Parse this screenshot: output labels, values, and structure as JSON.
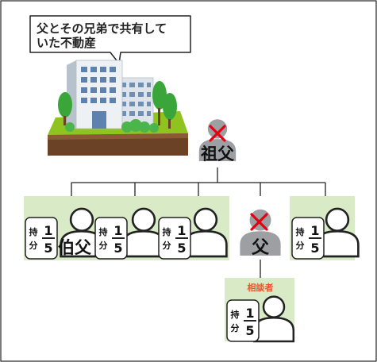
{
  "speech_bubble": {
    "line1": "父とその兄弟で共有して",
    "line2": "いた不動産"
  },
  "grandfather": {
    "label": "祖父",
    "status": "deceased"
  },
  "father": {
    "label": "父",
    "status": "deceased"
  },
  "uncle": {
    "label": "伯父"
  },
  "consultant": {
    "tag": "相談者"
  },
  "share": {
    "word_top": "持",
    "word_bottom": "分",
    "numerator": "1",
    "denominator": "5"
  },
  "colors": {
    "border": "#222222",
    "highlight_bg": "#d9eac6",
    "person_gray": "#9d9fa2",
    "cross_red": "#e60012",
    "consultant_tag": "#e8572a",
    "ground": "#7a4a2a",
    "grass": "#8fc31f",
    "tree": "#3aa63a"
  }
}
